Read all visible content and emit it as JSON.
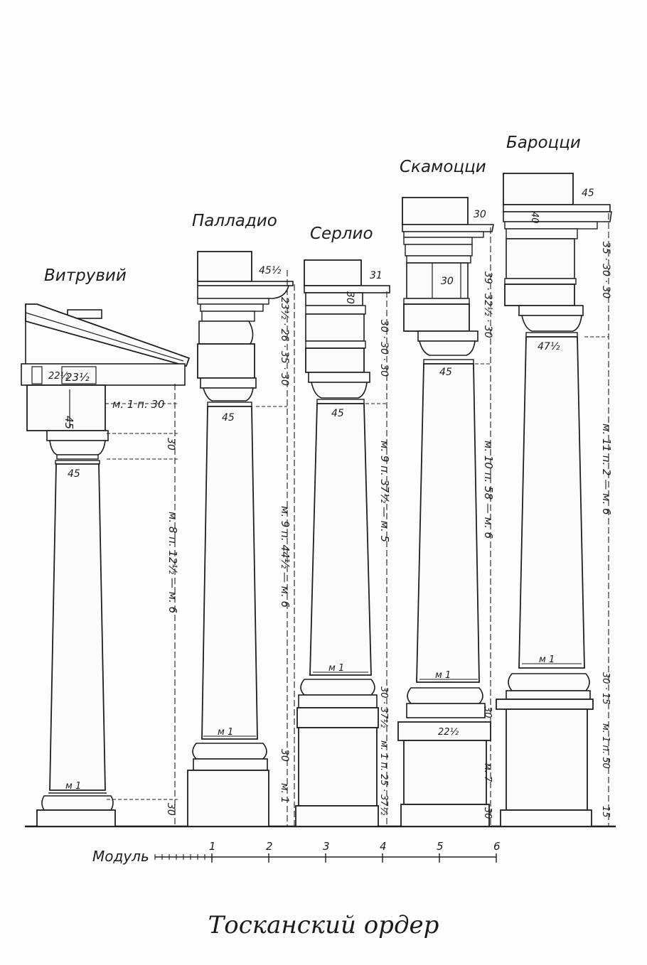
{
  "caption": "Тосканский ордер",
  "authors": [
    "Витрувий",
    "Палладио",
    "Серлио",
    "Скамоцци",
    "Бароцци"
  ],
  "scale": {
    "label": "Модуль",
    "numbers": [
      "1",
      "2",
      "3",
      "4",
      "5",
      "6"
    ]
  },
  "annotations": {
    "vitruvius": {
      "abacus_a": "22½",
      "abacus_b": "23½",
      "entablature": "45",
      "entablature_mod": "м. 1 п. 30",
      "capital": "30",
      "shaft_top": "45",
      "height": "м. 8 п. 12½ — м. 6",
      "shaft_bottom": "м 1",
      "base": "30"
    },
    "palladio": {
      "cornice": "45½",
      "entablature_dims": "23½ · 26 · 35 · 30",
      "shaft_top": "45",
      "height": "м. 9 п. 44½ — м. 6",
      "shaft_bottom": "м 1",
      "base": "30",
      "pedestal": "м. 1"
    },
    "serlio": {
      "cornice": "31",
      "frieze": "30",
      "entablature_dims": "30 · 30 · 30",
      "shaft_top": "45",
      "height": "м. 9 п. 37½ — м. 5",
      "shaft_bottom": "м 1",
      "base": "30 · 37½",
      "pedestal": "м. 1 п. 25 · 37½"
    },
    "scamozzi": {
      "cornice": "30",
      "frieze": "30",
      "entablature_dims": "39 · 32½ · 30",
      "shaft_top": "45",
      "height": "м. 10 п. 58 — м. 6",
      "shaft_bottom": "м 1",
      "base_plinth": "22½",
      "base": "30",
      "pedestal": "м. 7",
      "pedestal_base": "30"
    },
    "barozzi": {
      "cornice": "45",
      "cornice_b": "40",
      "entablature_dims": "35 · 30 · 30",
      "shaft_top": "47½",
      "height": "м. 11 п. 2 — м. 6",
      "shaft_bottom": "м 1",
      "base": "30 · 15",
      "pedestal": "м. 1 п. 50",
      "pedestal_base": "15"
    }
  }
}
